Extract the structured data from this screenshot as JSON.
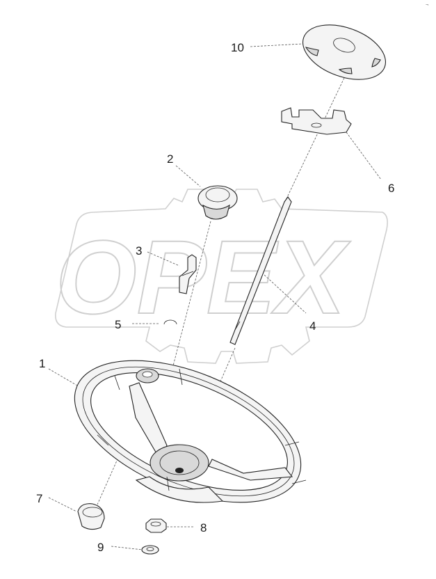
{
  "watermark": {
    "text": "OPEX"
  },
  "corner_mark": "¬",
  "callouts": [
    {
      "id": "10",
      "label": "10"
    },
    {
      "id": "6",
      "label": "6"
    },
    {
      "id": "2",
      "label": "2"
    },
    {
      "id": "3",
      "label": "3"
    },
    {
      "id": "5",
      "label": "5"
    },
    {
      "id": "4",
      "label": "4"
    },
    {
      "id": "1",
      "label": "1"
    },
    {
      "id": "7",
      "label": "7"
    },
    {
      "id": "8",
      "label": "8"
    },
    {
      "id": "9",
      "label": "9"
    }
  ]
}
